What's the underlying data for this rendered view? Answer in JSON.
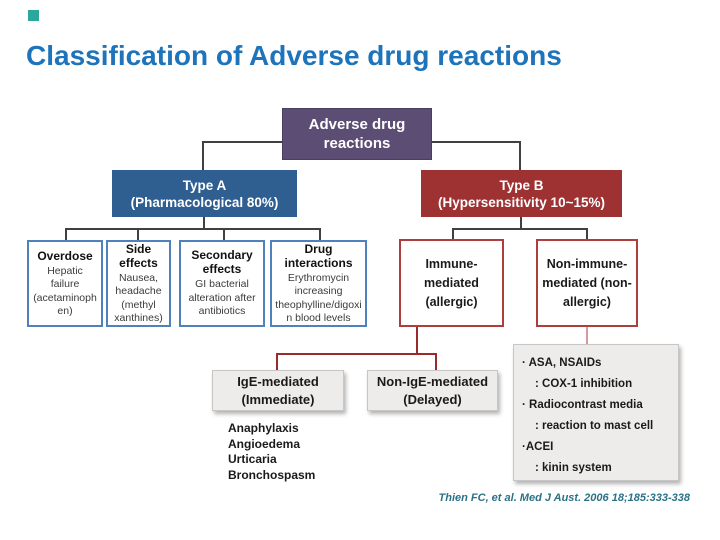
{
  "slide": {
    "title": "Classification of Adverse drug reactions",
    "citation": "Thien FC, et al. Med J Aust. 2006 18;185:333-338"
  },
  "diagram": {
    "root": {
      "label": "Adverse drug reactions"
    },
    "type_a": {
      "title": "Type A",
      "subtitle": "(Pharmacological 80%)"
    },
    "type_b": {
      "title": "Type B",
      "subtitle": "(Hypersensitivity 10~15%)"
    },
    "type_a_children": [
      {
        "title": "Overdose",
        "body": "Hepatic failure (acetaminophen)"
      },
      {
        "title": "Side effects",
        "body": "Nausea, headache (methyl xanthines)"
      },
      {
        "title": "Secondary effects",
        "body": "GI bacterial alteration after antibiotics"
      },
      {
        "title": "Drug interactions",
        "body": "Erythromycin increasing theophylline/digoxin blood levels"
      }
    ],
    "immune_mediated": {
      "label": "Immune-mediated (allergic)"
    },
    "non_immune_mediated": {
      "label": "Non-immune-mediated (non-allergic)"
    },
    "ige_mediated": {
      "title": "IgE-mediated",
      "subtitle": "(Immediate)"
    },
    "non_ige_mediated": {
      "title": "Non-IgE-mediated",
      "subtitle": "(Delayed)"
    },
    "ige_examples": [
      "Anaphylaxis",
      "Angioedema",
      "Urticaria",
      "Bronchospasm"
    ],
    "non_immune_details": [
      {
        "item": "· ASA, NSAIDs",
        "mechanism": ": COX-1 inhibition"
      },
      {
        "item": "· Radiocontrast media",
        "mechanism": ": reaction to mast cell"
      },
      {
        "item": "·ACEI",
        "mechanism": ": kinin system"
      }
    ]
  },
  "colors": {
    "title_text": "#1E74BB",
    "accent_square": "#2BA7A0",
    "root_box": "#5B4D74",
    "type_a_box": "#2F5E91",
    "type_b_box": "#9E3233",
    "type_a_child_border": "#4F81BD",
    "type_b_child_border": "#AD3E3E",
    "connector_gray": "#404040",
    "connector_red": "#9B2B2B",
    "connector_pink": "#D89A9A",
    "panel_gray": "#EDECEB",
    "citation_text": "#2C7286"
  }
}
